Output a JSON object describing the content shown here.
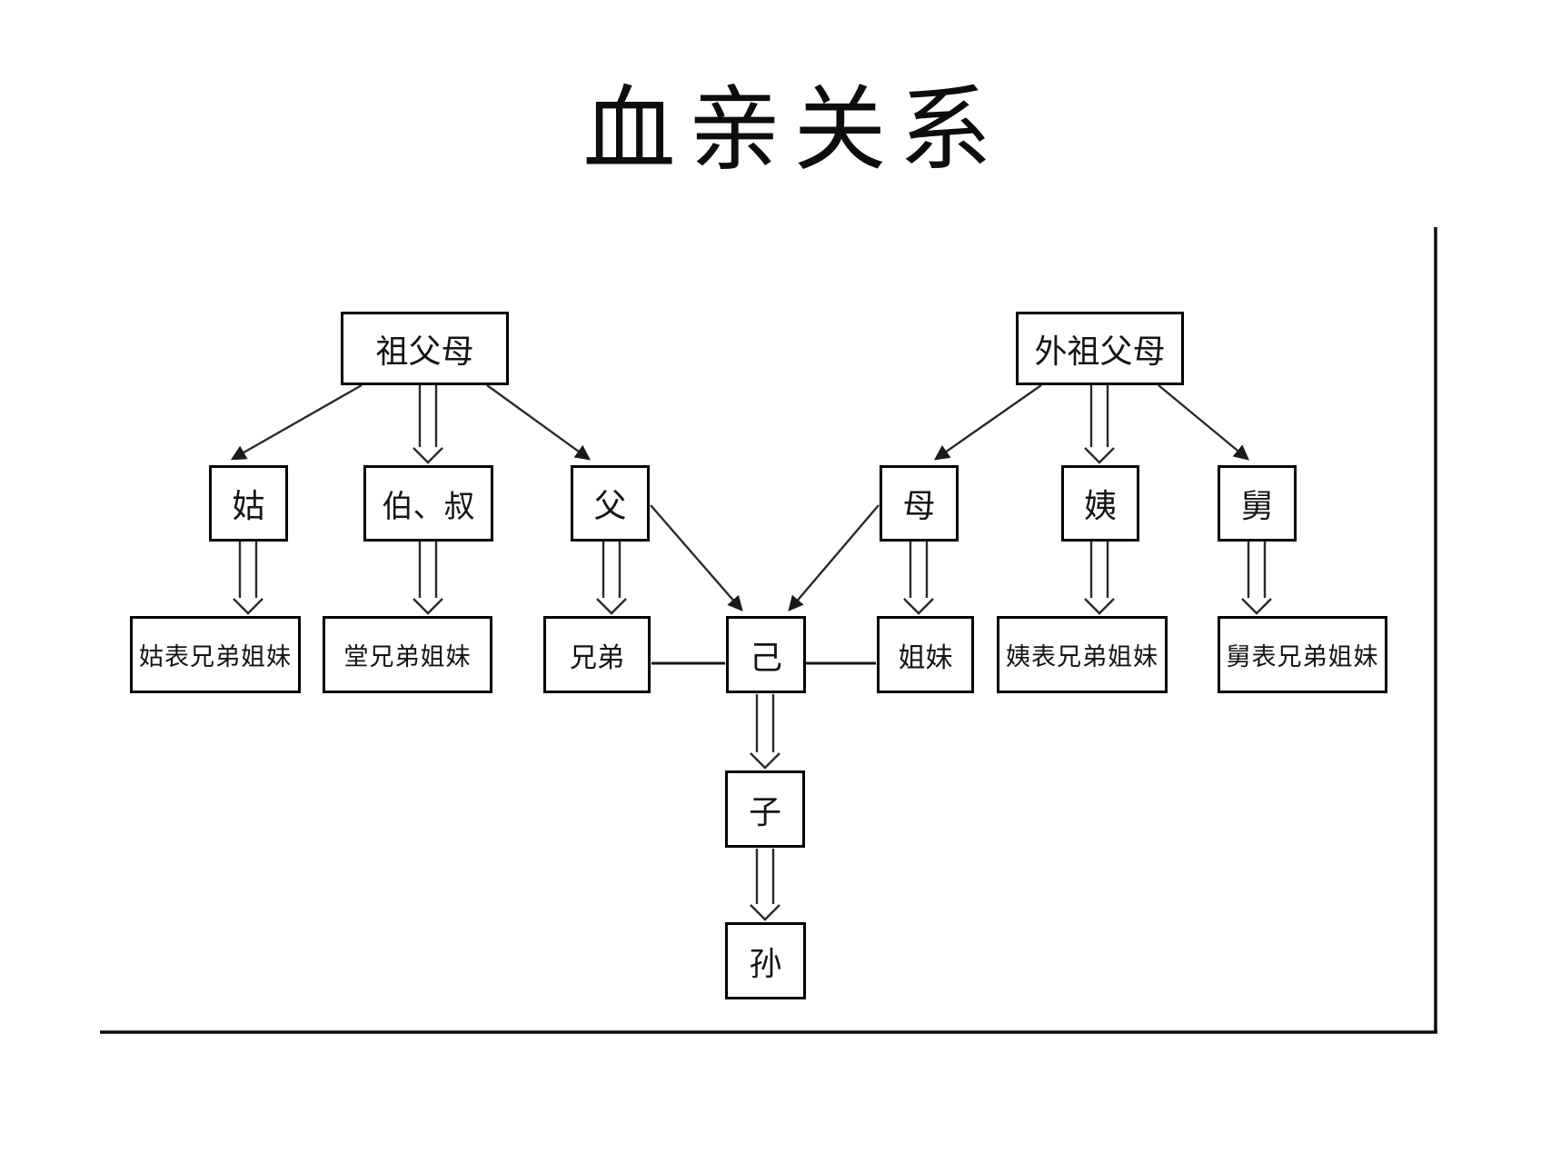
{
  "title": "血亲关系",
  "colors": {
    "background": "#ffffff",
    "box_border": "#000000",
    "box_fill": "#ffffff",
    "line": "#2a2a2a",
    "text": "#141414"
  },
  "nodes": {
    "zufumu": {
      "label": "祖父母"
    },
    "waizufumu": {
      "label": "外祖父母"
    },
    "gu": {
      "label": "姑"
    },
    "boshu": {
      "label": "伯、叔"
    },
    "fu": {
      "label": "父"
    },
    "mu": {
      "label": "母"
    },
    "yi": {
      "label": "姨"
    },
    "jiu": {
      "label": "舅"
    },
    "gubiao": {
      "label": "姑表兄弟姐妹"
    },
    "tang": {
      "label": "堂兄弟姐妹"
    },
    "xiongdi": {
      "label": "兄弟"
    },
    "ji": {
      "label": "己"
    },
    "jiemei": {
      "label": "姐妹"
    },
    "yibiao": {
      "label": "姨表兄弟姐妹"
    },
    "jiubiao": {
      "label": "舅表兄弟姐妹"
    },
    "zi": {
      "label": "子"
    },
    "sun": {
      "label": "孙"
    }
  },
  "edges": [
    {
      "from": "祖父母",
      "to": "姑",
      "style": "solid-arrow"
    },
    {
      "from": "祖父母",
      "to": "伯、叔",
      "style": "double-line-arrow"
    },
    {
      "from": "祖父母",
      "to": "父",
      "style": "solid-arrow"
    },
    {
      "from": "外祖父母",
      "to": "母",
      "style": "solid-arrow"
    },
    {
      "from": "外祖父母",
      "to": "姨",
      "style": "double-line-arrow"
    },
    {
      "from": "外祖父母",
      "to": "舅",
      "style": "solid-arrow"
    },
    {
      "from": "姑",
      "to": "姑表兄弟姐妹",
      "style": "double-line-arrow"
    },
    {
      "from": "伯、叔",
      "to": "堂兄弟姐妹",
      "style": "double-line-arrow"
    },
    {
      "from": "父",
      "to": "兄弟",
      "style": "double-line-arrow"
    },
    {
      "from": "父",
      "to": "己",
      "style": "solid-arrow"
    },
    {
      "from": "母",
      "to": "姐妹",
      "style": "double-line-arrow"
    },
    {
      "from": "母",
      "to": "己",
      "style": "solid-arrow"
    },
    {
      "from": "姨",
      "to": "姨表兄弟姐妹",
      "style": "double-line-arrow"
    },
    {
      "from": "舅",
      "to": "舅表兄弟姐妹",
      "style": "double-line-arrow"
    },
    {
      "from": "兄弟",
      "to": "己",
      "style": "plain-line"
    },
    {
      "from": "己",
      "to": "姐妹",
      "style": "plain-line"
    },
    {
      "from": "己",
      "to": "子",
      "style": "double-line-arrow"
    },
    {
      "from": "子",
      "to": "孙",
      "style": "double-line-arrow"
    }
  ]
}
